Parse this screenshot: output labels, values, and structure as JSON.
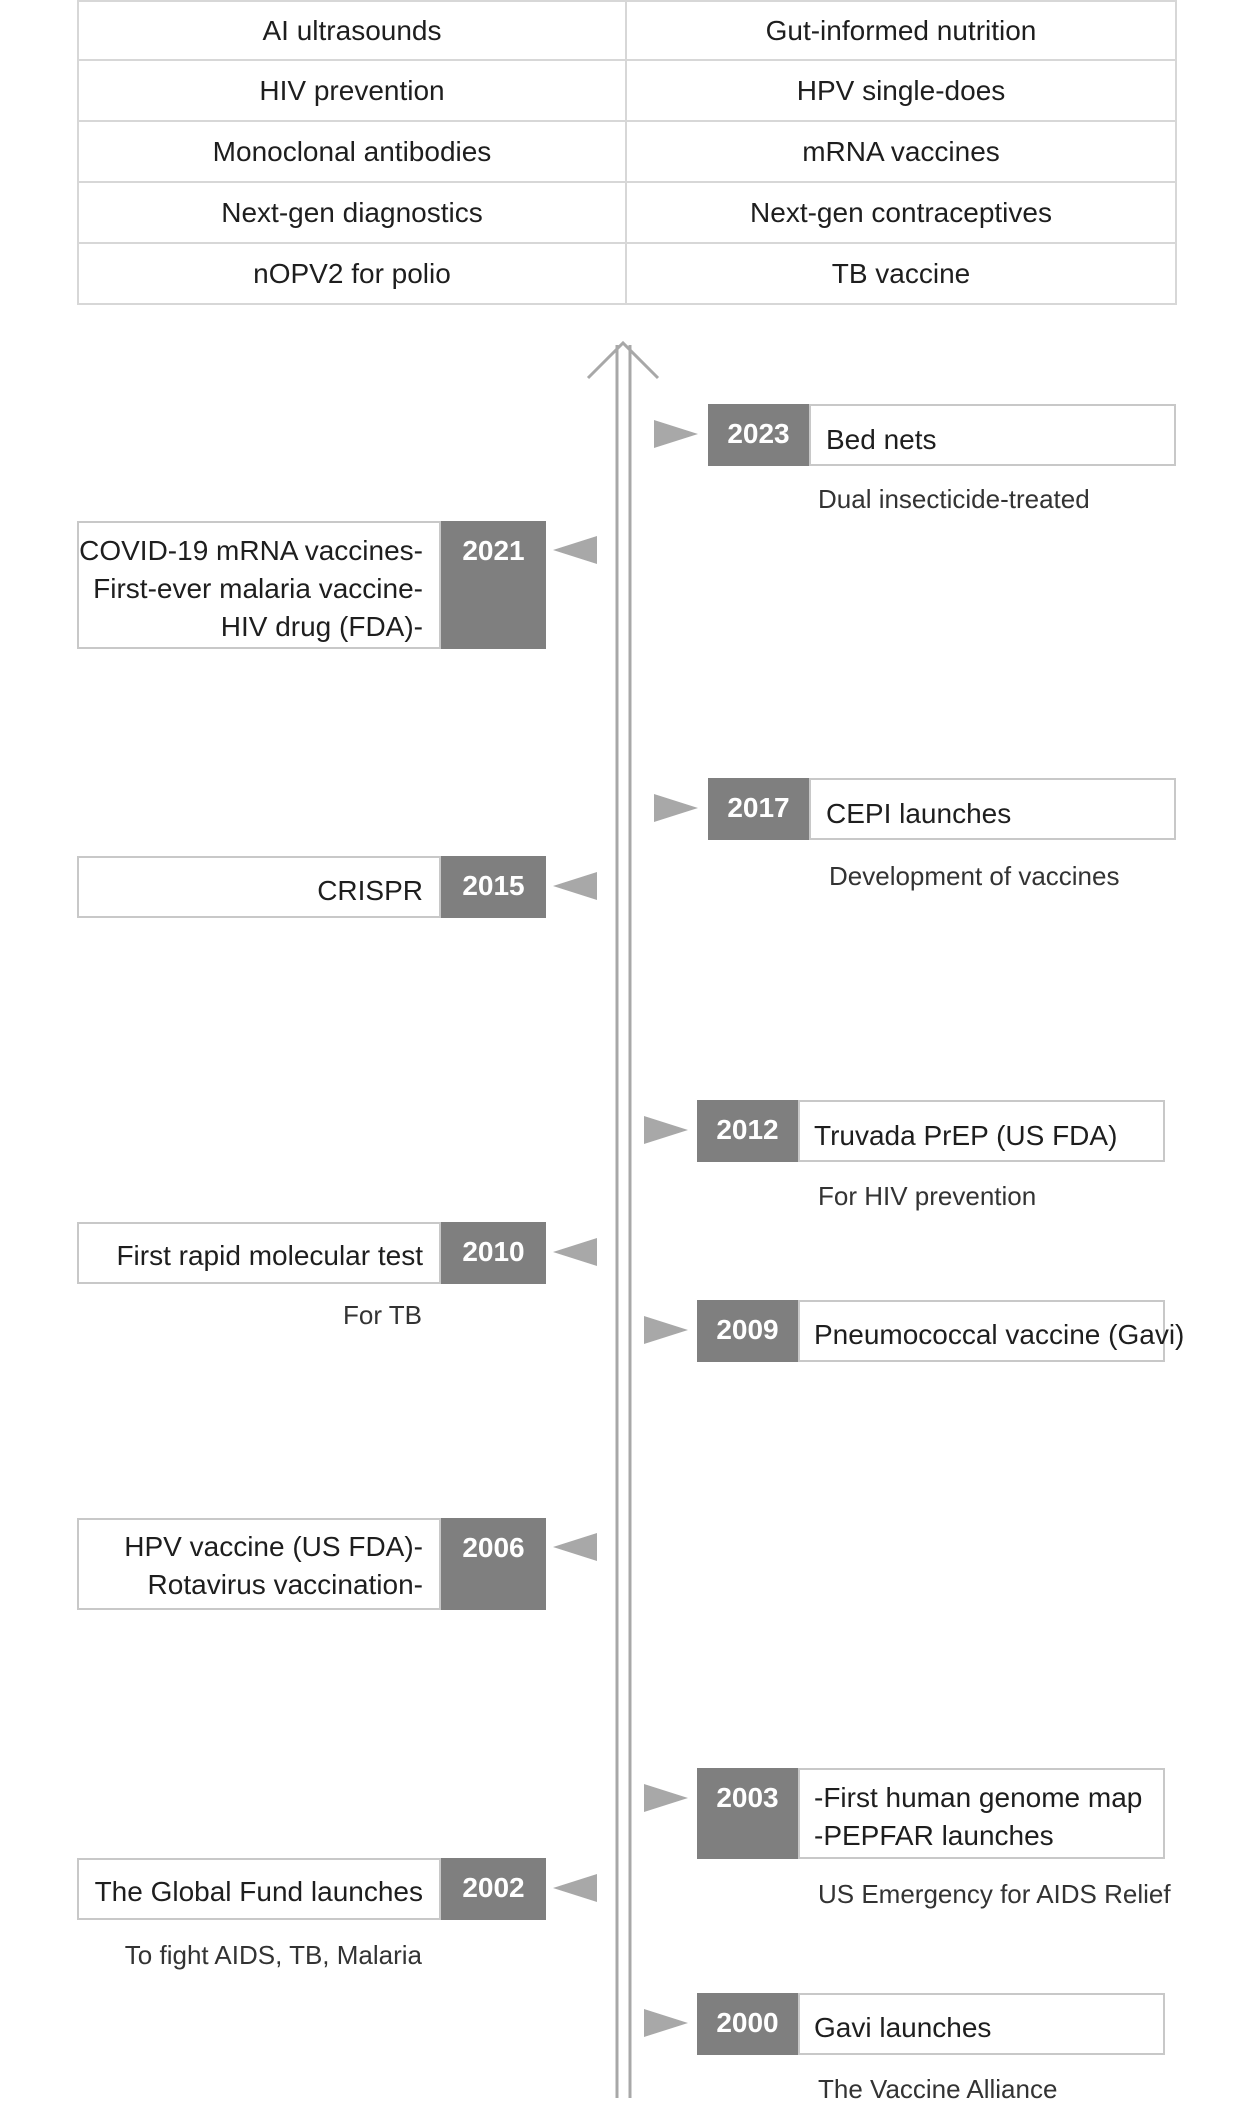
{
  "topics_grid": [
    [
      "AI ultrasounds",
      "Gut-informed nutrition"
    ],
    [
      "HIV prevention",
      "HPV single-does"
    ],
    [
      "Monoclonal antibodies",
      "mRNA vaccines"
    ],
    [
      "Next-gen diagnostics",
      "Next-gen contraceptives"
    ],
    [
      "nOPV2 for polio",
      "TB vaccine"
    ]
  ],
  "events": [
    {
      "year": "2023",
      "side": "right",
      "lines": [
        "Bed nets"
      ],
      "note": "Dual insecticide-treated"
    },
    {
      "year": "2021",
      "side": "left",
      "lines": [
        "COVID-19 mRNA vaccines-",
        "First-ever malaria vaccine-",
        "HIV drug (FDA)-"
      ],
      "note": ""
    },
    {
      "year": "2017",
      "side": "right",
      "lines": [
        "CEPI launches"
      ],
      "note": "Development of vaccines"
    },
    {
      "year": "2015",
      "side": "left",
      "lines": [
        "CRISPR"
      ],
      "note": ""
    },
    {
      "year": "2012",
      "side": "right",
      "lines": [
        "Truvada PrEP (US FDA)"
      ],
      "note": "For HIV prevention"
    },
    {
      "year": "2010",
      "side": "left",
      "lines": [
        "First rapid molecular test"
      ],
      "note": "For TB"
    },
    {
      "year": "2009",
      "side": "right",
      "lines": [
        "Pneumococcal vaccine (Gavi)"
      ],
      "note": ""
    },
    {
      "year": "2006",
      "side": "left",
      "lines": [
        "HPV vaccine (US FDA)-",
        "Rotavirus vaccination-"
      ],
      "note": ""
    },
    {
      "year": "2003",
      "side": "right",
      "lines": [
        "-First human genome map",
        "-PEPFAR launches"
      ],
      "note": "US Emergency for AIDS Relief"
    },
    {
      "year": "2002",
      "side": "left",
      "lines": [
        "The Global Fund launches"
      ],
      "note": "To fight AIDS, TB, Malaria"
    },
    {
      "year": "2000",
      "side": "right",
      "lines": [
        "Gavi launches"
      ],
      "note": "The Vaccine Alliance"
    }
  ]
}
